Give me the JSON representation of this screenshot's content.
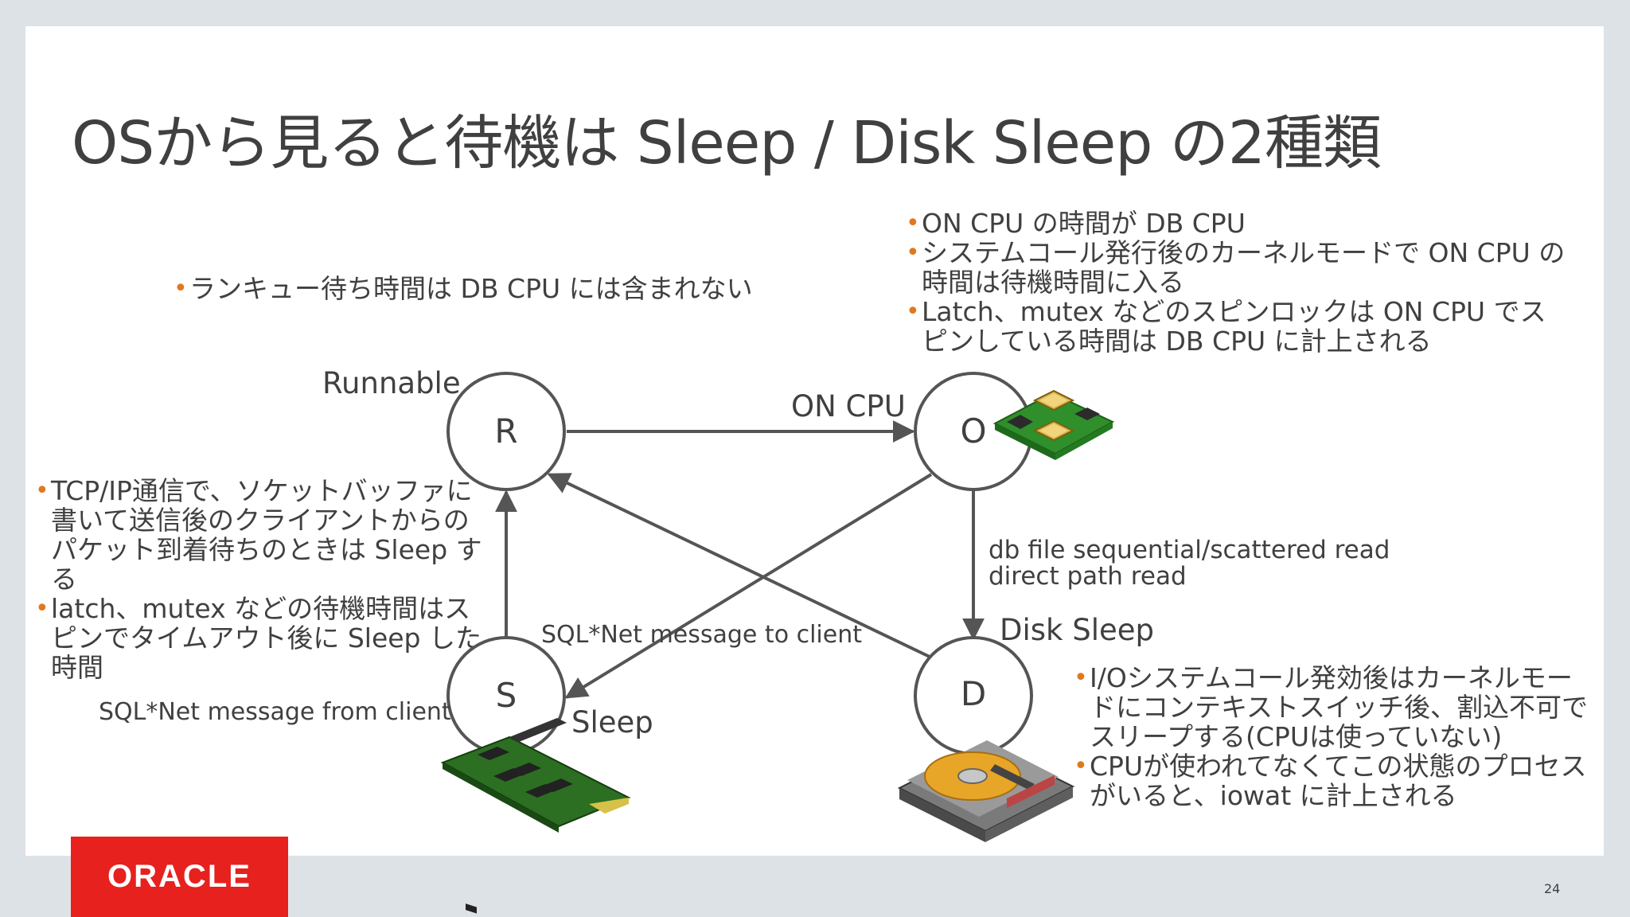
{
  "title": "OSから見ると待機は Sleep / Disk Sleep の2種類",
  "top_center_bullets": [
    "ランキュー待ち時間は DB CPU には含まれない"
  ],
  "top_right_bullets": [
    "ON CPU の時間が DB CPU",
    "システムコール発行後のカーネルモードで ON CPU の時間は待機時間に入る",
    "Latch、mutex などのスピンロックは ON CPU でスピンしている時間は DB CPU に計上される"
  ],
  "left_bullets": [
    "TCP/IP通信で、ソケットバッファに書いて送信後のクライアントからのパケット到着待ちのときは Sleep する",
    "latch、mutex などの待機時間はスピンでタイムアウト後に Sleep した時間"
  ],
  "bottom_right_bullets": [
    "I/Oシステムコール発効後はカーネルモードにコンテキストスイッチ後、割込不可でスリープする(CPUは使っていない)",
    "CPUが使われてなくてこの状態のプロセスがいると、iowat に計上される"
  ],
  "states": {
    "runnable": {
      "letter": "R",
      "label": "Runnable"
    },
    "oncpu": {
      "letter": "O"
    },
    "sleep": {
      "letter": "S",
      "label": "Sleep"
    },
    "disksleep": {
      "letter": "D",
      "label": "Disk Sleep"
    }
  },
  "edges": {
    "r_to_o": "ON CPU",
    "o_to_d": [
      "db file sequential/scattered read",
      "direct path read"
    ],
    "o_to_s": "SQL*Net message to client",
    "s_to_r": "SQL*Net message from client"
  },
  "icons": {
    "cpu": "cpu-board-icon",
    "memory": "memory-module-icon",
    "disk": "hard-disk-icon"
  },
  "colors": {
    "bullet": "#e0781e",
    "logo_bg": "#e6211e",
    "text": "#404040"
  },
  "footer": {
    "logo": "ORACLE",
    "page": "24"
  }
}
